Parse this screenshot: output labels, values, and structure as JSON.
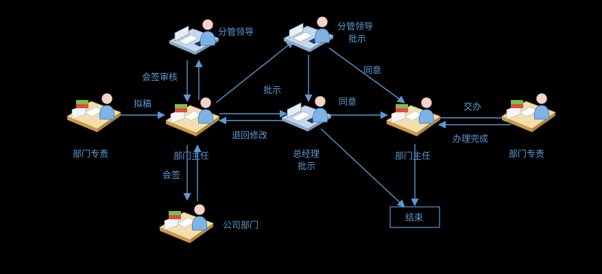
{
  "nodes": {
    "dept_staff_left": {
      "label": "部门专责"
    },
    "dept_head_left": {
      "label": "部门主任"
    },
    "deputy_top": {
      "label": "分管领导"
    },
    "deputy_approve": {
      "label_line1": "分管领导",
      "label_line2": "批示"
    },
    "gm_approve": {
      "label_line1": "总经理",
      "label_line2": "批示"
    },
    "company_dept": {
      "label": "公司部门"
    },
    "dept_head_right": {
      "label": "部门主任"
    },
    "dept_staff_right": {
      "label": "部门专责"
    },
    "end": {
      "label": "结束"
    }
  },
  "edges": {
    "draft": "拟稿",
    "cosign_review": "会签审核",
    "cosign": "会签",
    "approve": "批示",
    "return_modify": "退回修改",
    "agree_top": "同意",
    "agree_mid": "同意",
    "assign": "交办",
    "done": "办理完成"
  },
  "colors": {
    "background": "#000000",
    "line": "#5b9bd5",
    "text": "#5b9bd5"
  },
  "icons": {
    "person_at_desk": "person-at-desk-icon",
    "person_at_computer": "person-at-computer-icon"
  }
}
